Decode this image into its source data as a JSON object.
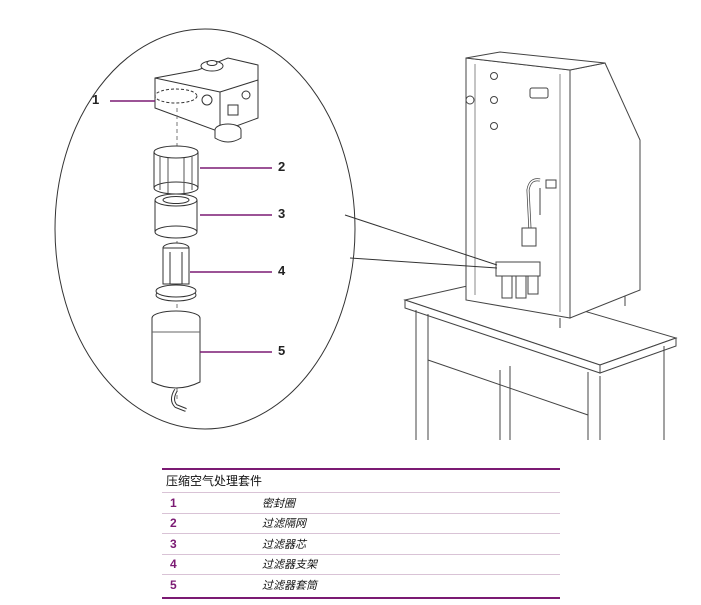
{
  "figure": {
    "callouts": [
      {
        "num": "1"
      },
      {
        "num": "2"
      },
      {
        "num": "3"
      },
      {
        "num": "4"
      },
      {
        "num": "5"
      }
    ]
  },
  "legend": {
    "title": "压缩空气处理套件",
    "items": [
      {
        "num": "1",
        "text": "密封圈"
      },
      {
        "num": "2",
        "text": "过滤隔网"
      },
      {
        "num": "3",
        "text": "过滤器芯"
      },
      {
        "num": "4",
        "text": "过滤器支架"
      },
      {
        "num": "5",
        "text": "过滤器套筒"
      }
    ]
  },
  "colors": {
    "accent": "#7b1a73",
    "line": "#333333"
  }
}
